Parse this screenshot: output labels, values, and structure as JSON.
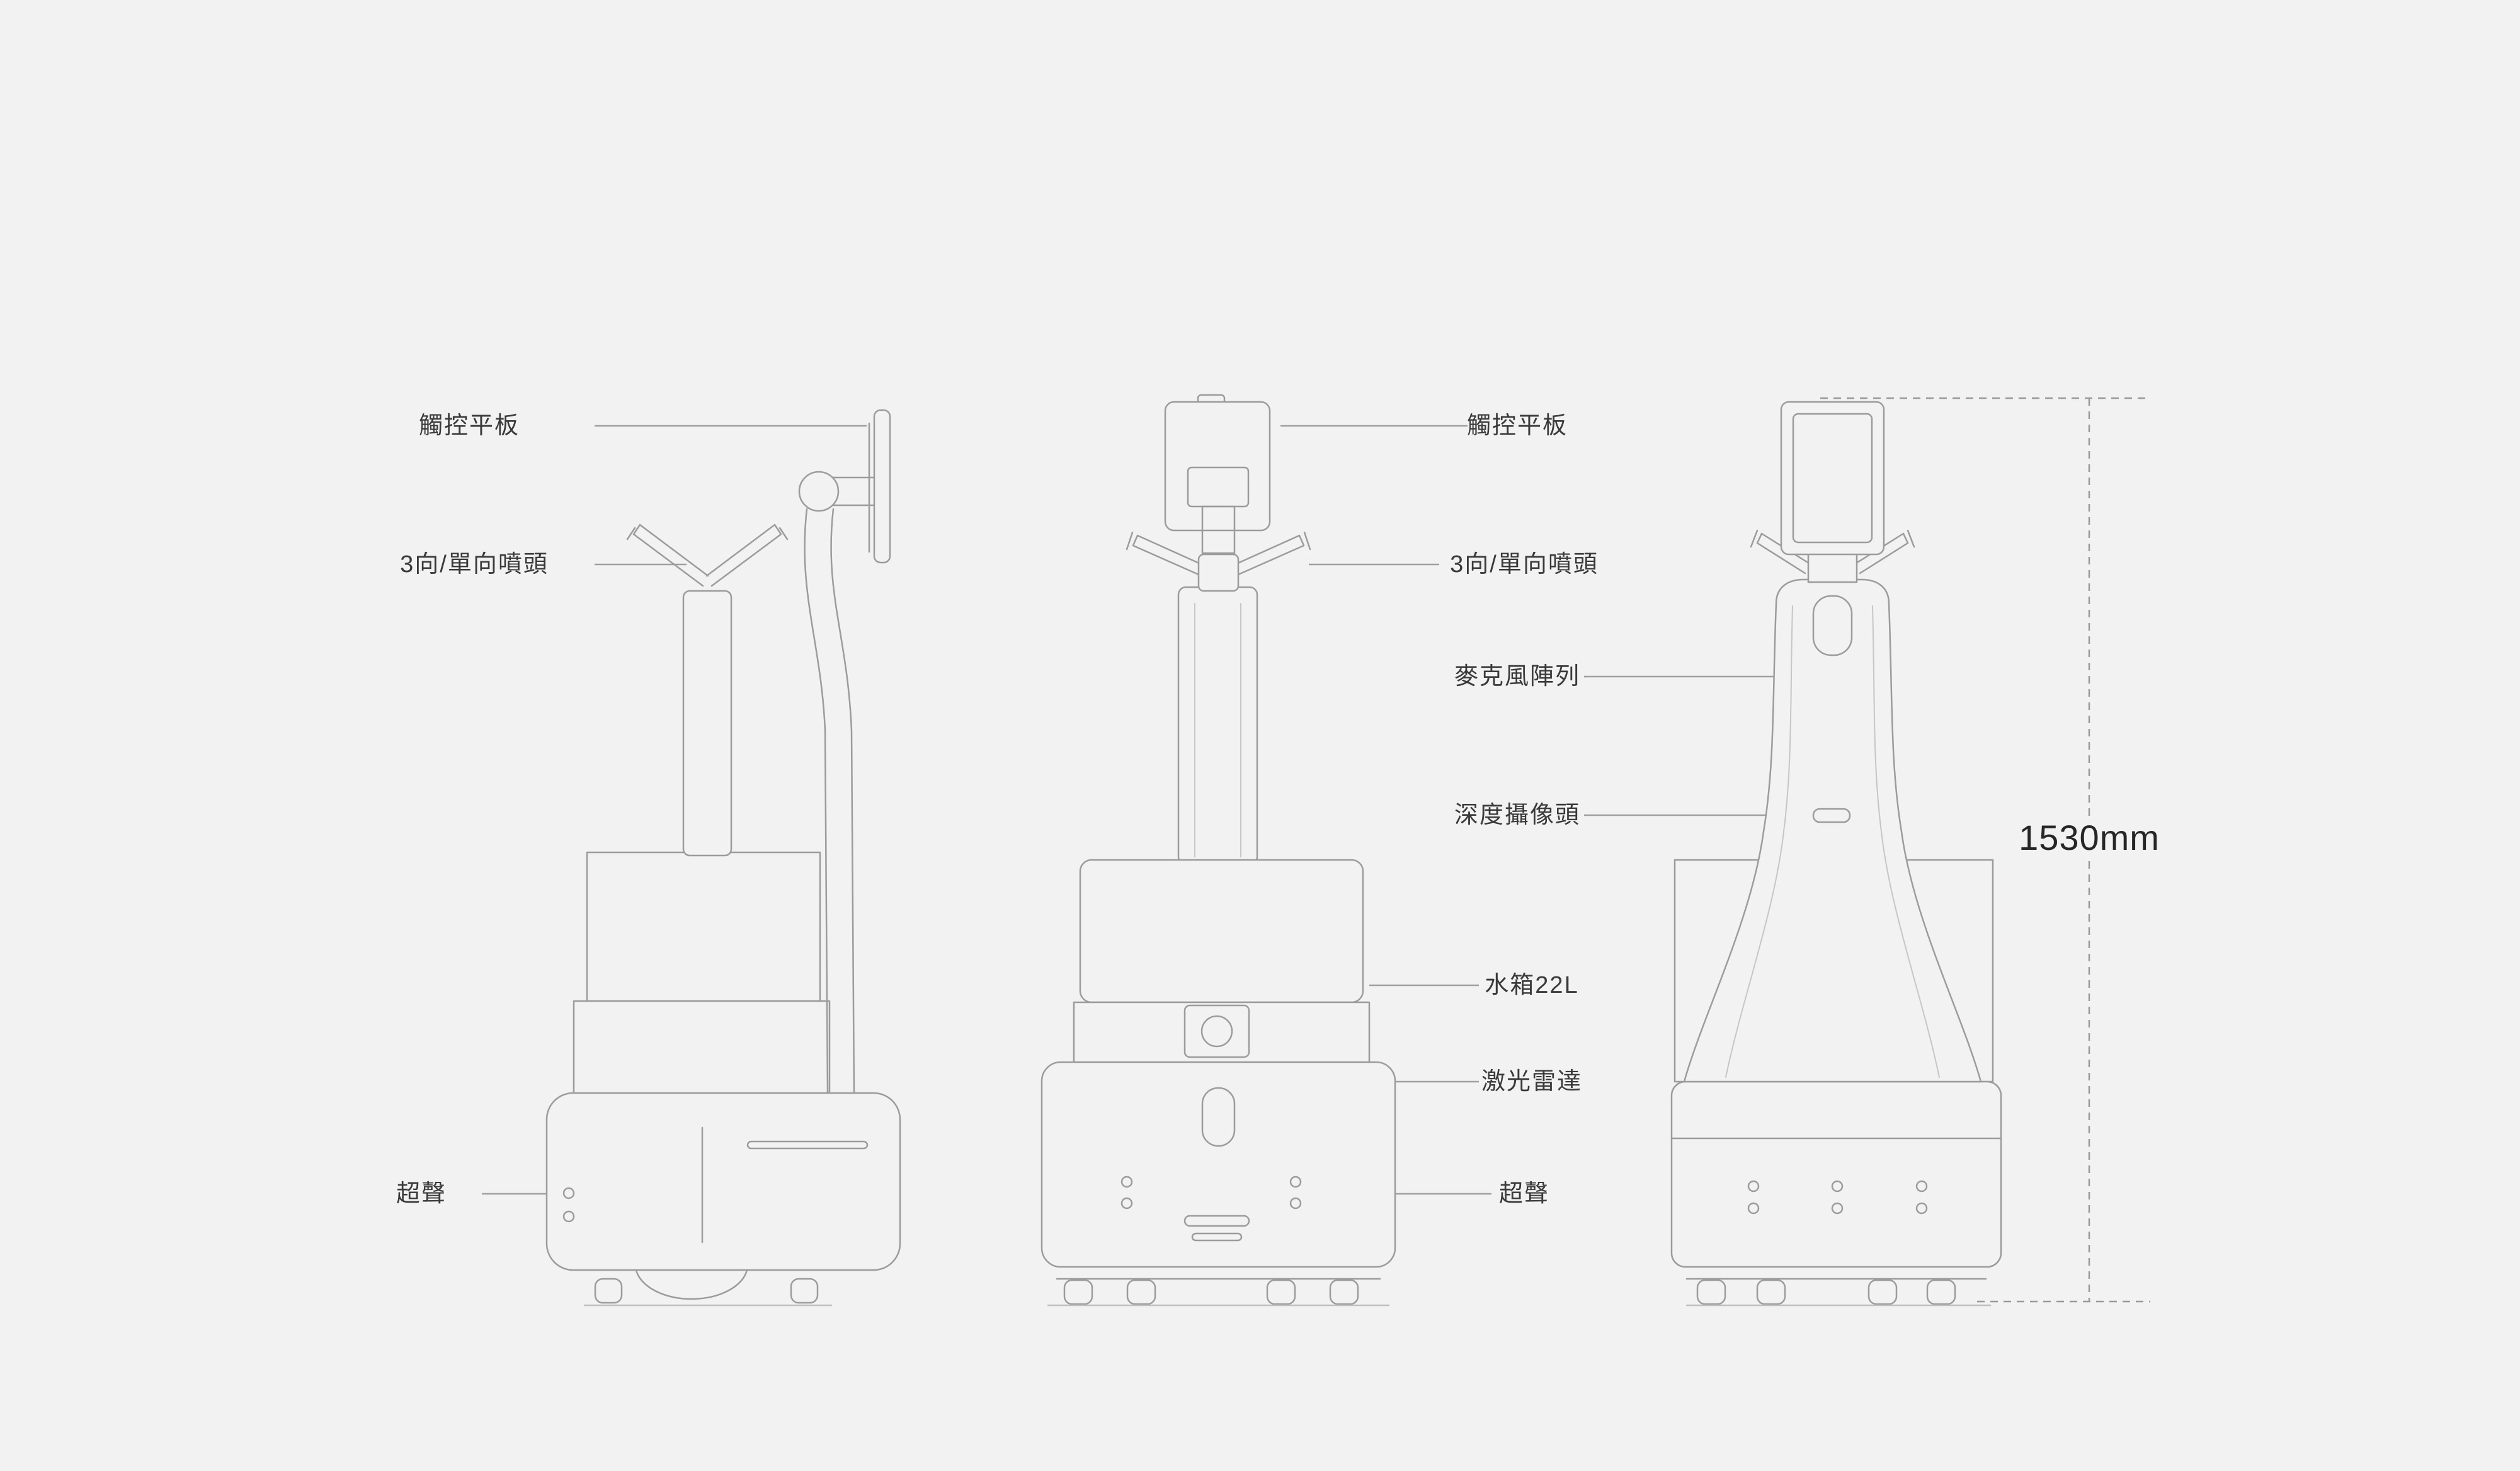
{
  "page": {
    "background_color": "#f2f2f2",
    "outline_color": "#9c9c9c",
    "leader_line_color": "#9f9f9f",
    "text_color": "#3a3a3a"
  },
  "labels": {
    "touch_panel_left": "觸控平板",
    "nozzle_left": "3向/單向噴頭",
    "ultrasonic_left": "超聲",
    "touch_panel_mid": "觸控平板",
    "nozzle_mid": "3向/單向噴頭",
    "mic_array": "麥克風陣列",
    "depth_camera": "深度攝像頭",
    "water_tank": "水箱22L",
    "lidar": "激光雷達",
    "ultrasonic_mid": "超聲",
    "height_dimension": "1530mm"
  }
}
